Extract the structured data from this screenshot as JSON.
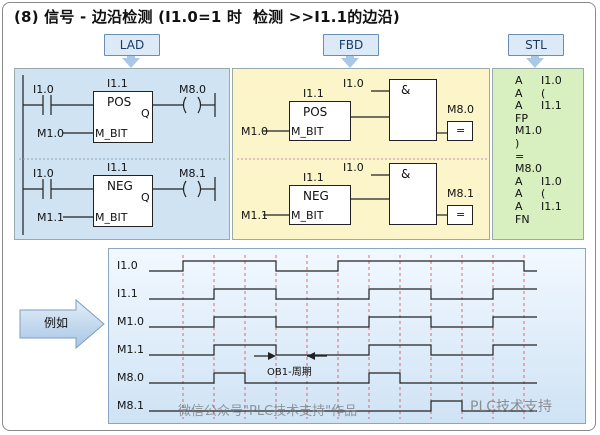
{
  "title": "(8) 信号 - 边沿检测 (I1.0=1 时  检测 >>I1.1的边沿)",
  "headers": {
    "lad": "LAD",
    "fbd": "FBD",
    "stl": "STL"
  },
  "lad": {
    "rung1": {
      "contact": "I1.0",
      "block_addr": "I1.1",
      "block": "POS",
      "q": "Q",
      "bit_label": "M1.0",
      "bit_pin": "M_BIT",
      "coil": "M8.0"
    },
    "rung2": {
      "contact": "I1.0",
      "block_addr": "I1.1",
      "block": "NEG",
      "q": "Q",
      "bit_label": "M1.1",
      "bit_pin": "M_BIT",
      "coil": "M8.1"
    }
  },
  "fbd": {
    "net1": {
      "and_in": "I1.0",
      "and": "&",
      "block_addr": "I1.1",
      "block": "POS",
      "bit_label": "M1.0",
      "bit_pin": "M_BIT",
      "out": "M8.0",
      "assign": "="
    },
    "net2": {
      "and_in": "I1.0",
      "and": "&",
      "block_addr": "I1.1",
      "block": "NEG",
      "bit_label": "M1.1",
      "bit_pin": "M_BIT",
      "out": "M8.1",
      "assign": "="
    }
  },
  "stl_lines": [
    [
      "A",
      "I1.0"
    ],
    [
      "A",
      "("
    ],
    [
      "A",
      "I1.1"
    ],
    [
      "FP",
      ""
    ],
    [
      "M1.0",
      ""
    ],
    [
      ")",
      ""
    ],
    [
      "=",
      ""
    ],
    [
      "M8.0",
      ""
    ],
    [
      "A",
      "I1.0"
    ],
    [
      "A",
      "("
    ],
    [
      "A",
      "I1.1"
    ],
    [
      "FN",
      ""
    ]
  ],
  "example_label": "例如",
  "signals": [
    "I1.0",
    "I1.1",
    "M1.0",
    "M1.1",
    "M8.0",
    "M8.1"
  ],
  "cycle_label": "OB1-周期",
  "watermark": "微信公众号\"PLC技术支持\"作品",
  "watermark2": "PLC技术支持"
}
